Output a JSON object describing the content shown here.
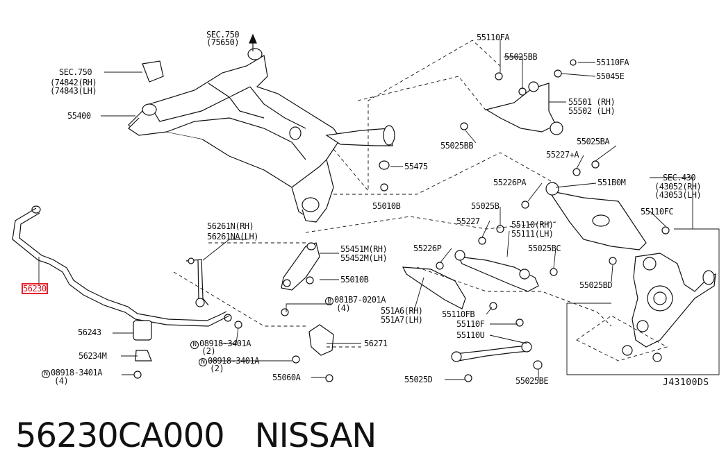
{
  "diagram": {
    "code": "J43100DS",
    "highlight_color": "#e8202a",
    "labels": {
      "sec750_top": "SEC.750",
      "sec750_top_sub": "(75650)",
      "sec750_left": "SEC.750",
      "sec750_left_rh": "(74842(RH)",
      "sec750_left_lh": "(74843(LH)",
      "p55400": "55400",
      "p56230": "56230",
      "p56261n": "56261N(RH)",
      "p56261na": "56261NA(LH)",
      "p55451m": "55451M(RH)",
      "p55452m": "55452M(LH)",
      "p55010b_a": "55010B",
      "p55010b_b": "55010B",
      "p081b7": "081B7-0201A",
      "p081b7_q": "(4)",
      "p56243": "56243",
      "p56234m": "56234M",
      "p08918_a": "08918-3401A",
      "p08918_a_q": "(4)",
      "p08918_b": "08918-3401A",
      "p08918_b_q": "(2)",
      "p08918_c": "08918-3401A",
      "p08918_c_q": "(2)",
      "p56271": "56271",
      "p55060a": "55060A",
      "p55475": "55475",
      "p55110fa_top": "55110FA",
      "p55025bb_top": "55025BB",
      "p55110fa_r": "55110FA",
      "p55045e": "55045E",
      "p55501": "55501 (RH)",
      "p55502": "55502 (LH)",
      "p55025bb_b": "55025BB",
      "p55025ba": "55025BA",
      "p55227a": "55227+A",
      "p55226pa": "55226PA",
      "p551b0m": "551B0M",
      "sec430": "SEC.430",
      "sec430_rh": "(43052(RH)",
      "sec430_lh": "(43053(LH)",
      "p55025b": "55025B",
      "p55110fc": "55110FC",
      "p55227": "55227",
      "p55110": "55110(RH)",
      "p55111": "55111(LH)",
      "p55226p": "55226P",
      "p55025bc": "55025BC",
      "p55025bd": "55025BD",
      "p551a6": "551A6(RH)",
      "p551a7": "551A7(LH)",
      "p55110fb": "55110FB",
      "p55110f": "55110F",
      "p55110u": "55110U",
      "p55025d": "55025D",
      "p55025be": "55025BE",
      "circle_n": "N",
      "circle_b": "B"
    }
  },
  "footer": {
    "part_number": "56230CA000",
    "brand": "NISSAN"
  }
}
